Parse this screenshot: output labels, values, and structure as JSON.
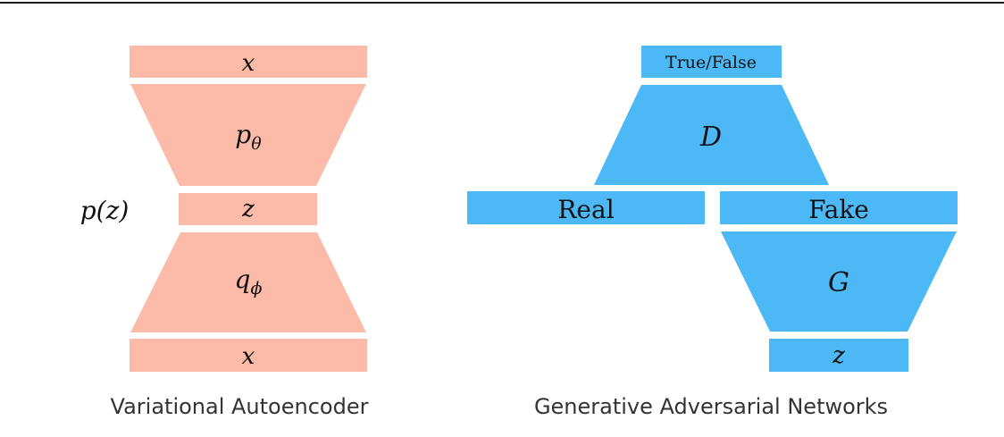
{
  "colors": {
    "vae_fill": "#fbbba8",
    "gan_fill": "#4cb8f6",
    "text": "#111111",
    "caption_text": "#333333",
    "top_rule": "#1a1a1a"
  },
  "vae": {
    "caption": "Variational Autoencoder",
    "side_label": {
      "base": "p(z)"
    },
    "top_x": "x",
    "decoder": {
      "base": "p",
      "sub": "θ"
    },
    "latent_z": "z",
    "encoder": {
      "base": "q",
      "sub": "ϕ"
    },
    "bottom_x": "x"
  },
  "gan": {
    "caption": "Generative Adversarial Networks",
    "output_label": "True/False",
    "discriminator": "D",
    "real_label": "Real",
    "fake_label": "Fake",
    "generator": "G",
    "noise_z": "z"
  }
}
